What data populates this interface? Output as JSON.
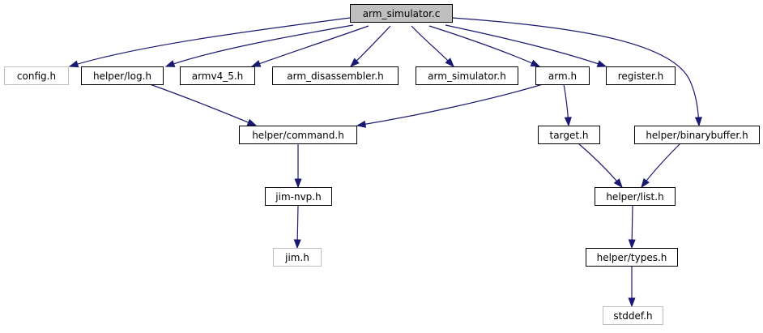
{
  "colors": {
    "edge": "#191970",
    "root_fill": "#bfbfbf",
    "node_fill": "#ffffff",
    "node_border": "#000000",
    "missing_border": "#bfbfbf"
  },
  "nodes": [
    {
      "id": "arm_simulator_c",
      "label": "arm_simulator.c",
      "kind": "root"
    },
    {
      "id": "config_h",
      "label": "config.h",
      "kind": "missing"
    },
    {
      "id": "helper_log_h",
      "label": "helper/log.h",
      "kind": "normal"
    },
    {
      "id": "armv4_5_h",
      "label": "armv4_5.h",
      "kind": "normal"
    },
    {
      "id": "arm_disassembler_h",
      "label": "arm_disassembler.h",
      "kind": "normal"
    },
    {
      "id": "arm_simulator_h",
      "label": "arm_simulator.h",
      "kind": "normal"
    },
    {
      "id": "arm_h",
      "label": "arm.h",
      "kind": "normal"
    },
    {
      "id": "register_h",
      "label": "register.h",
      "kind": "normal"
    },
    {
      "id": "helper_command_h",
      "label": "helper/command.h",
      "kind": "normal"
    },
    {
      "id": "target_h",
      "label": "target.h",
      "kind": "normal"
    },
    {
      "id": "helper_binarybuffer_h",
      "label": "helper/binarybuffer.h",
      "kind": "normal"
    },
    {
      "id": "jim_nvp_h",
      "label": "jim-nvp.h",
      "kind": "normal"
    },
    {
      "id": "helper_list_h",
      "label": "helper/list.h",
      "kind": "normal"
    },
    {
      "id": "jim_h",
      "label": "jim.h",
      "kind": "missing"
    },
    {
      "id": "helper_types_h",
      "label": "helper/types.h",
      "kind": "normal"
    },
    {
      "id": "stddef_h",
      "label": "stddef.h",
      "kind": "missing"
    }
  ],
  "edges": [
    {
      "from": "arm_simulator_c",
      "to": "config_h"
    },
    {
      "from": "arm_simulator_c",
      "to": "helper_log_h"
    },
    {
      "from": "arm_simulator_c",
      "to": "armv4_5_h"
    },
    {
      "from": "arm_simulator_c",
      "to": "arm_disassembler_h"
    },
    {
      "from": "arm_simulator_c",
      "to": "arm_simulator_h"
    },
    {
      "from": "arm_simulator_c",
      "to": "arm_h"
    },
    {
      "from": "arm_simulator_c",
      "to": "register_h"
    },
    {
      "from": "arm_simulator_c",
      "to": "helper_binarybuffer_h"
    },
    {
      "from": "helper_log_h",
      "to": "helper_command_h"
    },
    {
      "from": "arm_h",
      "to": "helper_command_h"
    },
    {
      "from": "arm_h",
      "to": "target_h"
    },
    {
      "from": "helper_command_h",
      "to": "jim_nvp_h"
    },
    {
      "from": "jim_nvp_h",
      "to": "jim_h"
    },
    {
      "from": "target_h",
      "to": "helper_list_h"
    },
    {
      "from": "helper_binarybuffer_h",
      "to": "helper_list_h"
    },
    {
      "from": "helper_list_h",
      "to": "helper_types_h"
    },
    {
      "from": "helper_types_h",
      "to": "stddef_h"
    }
  ]
}
